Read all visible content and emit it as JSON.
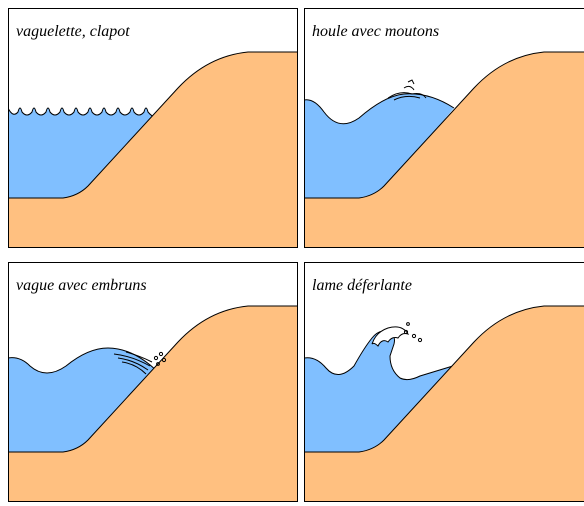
{
  "colors": {
    "water": "#80BFFF",
    "sand": "#FFC080",
    "stroke": "#000000",
    "background": "#FFFFFF"
  },
  "panels": [
    {
      "id": "p1",
      "caption": "vaguelette, clapot",
      "wave_type": "ripples"
    },
    {
      "id": "p2",
      "caption": "houle avec moutons",
      "wave_type": "swell-with-whitecaps"
    },
    {
      "id": "p3",
      "caption": "vague avec embruns",
      "wave_type": "wave-with-spray"
    },
    {
      "id": "p4",
      "caption": "lame déferlante",
      "wave_type": "breaking-wave"
    }
  ]
}
